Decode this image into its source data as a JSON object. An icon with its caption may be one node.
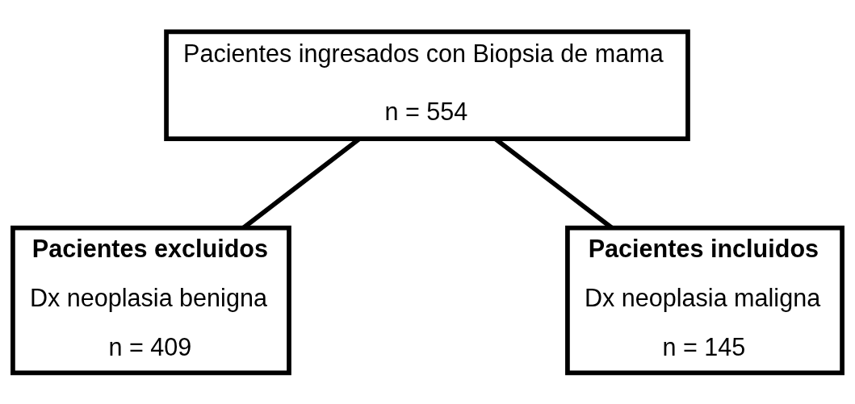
{
  "diagram": {
    "nodes": [
      {
        "text": [
          "Pacientes ingresados con Biopsia de mama",
          "n = 554"
        ]
      },
      {
        "text": [
          "Pacientes excluidos",
          "Dx neoplasia benigna",
          "n = 409"
        ]
      },
      {
        "text": [
          "Pacientes incluidos",
          "Dx neoplasia maligna",
          "n = 145"
        ]
      }
    ],
    "edges": [
      {
        "from": 0,
        "to": 1,
        "arrow": "none"
      },
      {
        "from": 0,
        "to": 2,
        "arrow": "none"
      }
    ]
  }
}
